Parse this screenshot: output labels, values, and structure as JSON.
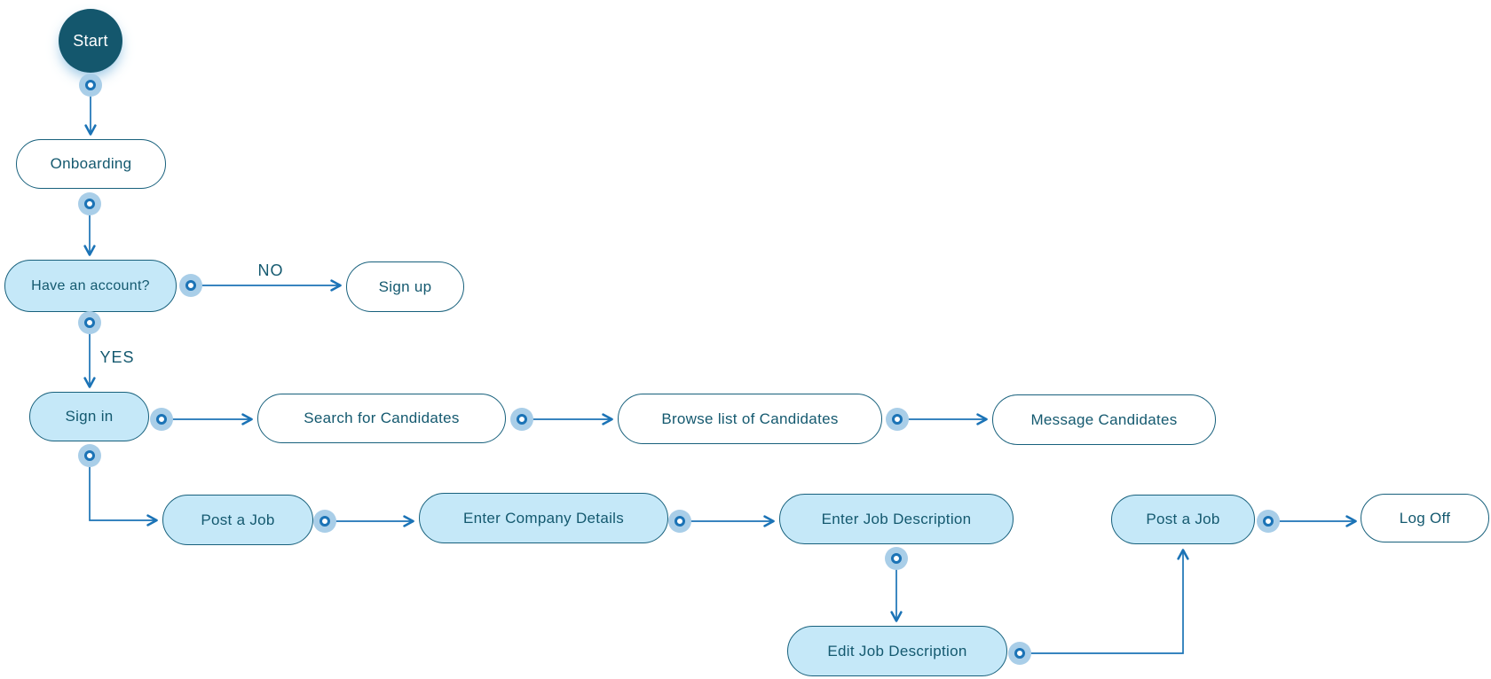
{
  "flowchart": {
    "description": "Recruiter app user flow diagram",
    "colors": {
      "node_border": "#17607C",
      "node_text": "#14596F",
      "start_fill": "#14576D",
      "start_text": "#FFFFFF",
      "light_fill": "#C5E8F8",
      "white_fill": "#FFFFFF",
      "connector_line": "#1B73B6",
      "connector_halo": "#A9CEE8"
    },
    "edge_labels": {
      "no": "NO",
      "yes": "YES"
    },
    "nodes": [
      {
        "id": "start",
        "label": "Start",
        "shape": "circle",
        "fill": "dark"
      },
      {
        "id": "onboarding",
        "label": "Onboarding",
        "shape": "pill",
        "fill": "white"
      },
      {
        "id": "have-account",
        "label": "Have an account?",
        "shape": "pill",
        "fill": "light"
      },
      {
        "id": "sign-up",
        "label": "Sign up",
        "shape": "pill",
        "fill": "white"
      },
      {
        "id": "sign-in",
        "label": "Sign in",
        "shape": "pill",
        "fill": "light"
      },
      {
        "id": "search-candidates",
        "label": "Search for Candidates",
        "shape": "pill",
        "fill": "white"
      },
      {
        "id": "browse-candidates",
        "label": "Browse list of Candidates",
        "shape": "pill",
        "fill": "white"
      },
      {
        "id": "message-candidates",
        "label": "Message Candidates",
        "shape": "pill",
        "fill": "white"
      },
      {
        "id": "post-job-1",
        "label": "Post a Job",
        "shape": "pill",
        "fill": "light"
      },
      {
        "id": "enter-company-details",
        "label": "Enter Company Details",
        "shape": "pill",
        "fill": "light"
      },
      {
        "id": "enter-job-description",
        "label": "Enter Job Description",
        "shape": "pill",
        "fill": "light"
      },
      {
        "id": "edit-job-description",
        "label": "Edit Job Description",
        "shape": "pill",
        "fill": "light"
      },
      {
        "id": "post-job-2",
        "label": "Post a Job",
        "shape": "pill",
        "fill": "light"
      },
      {
        "id": "log-off",
        "label": "Log Off",
        "shape": "pill",
        "fill": "white"
      }
    ],
    "edges": [
      {
        "from": "start",
        "to": "onboarding"
      },
      {
        "from": "onboarding",
        "to": "have-account"
      },
      {
        "from": "have-account",
        "to": "sign-up",
        "label": "NO"
      },
      {
        "from": "have-account",
        "to": "sign-in",
        "label": "YES"
      },
      {
        "from": "sign-in",
        "to": "search-candidates"
      },
      {
        "from": "search-candidates",
        "to": "browse-candidates"
      },
      {
        "from": "browse-candidates",
        "to": "message-candidates"
      },
      {
        "from": "sign-in",
        "to": "post-job-1"
      },
      {
        "from": "post-job-1",
        "to": "enter-company-details"
      },
      {
        "from": "enter-company-details",
        "to": "enter-job-description"
      },
      {
        "from": "enter-job-description",
        "to": "edit-job-description"
      },
      {
        "from": "edit-job-description",
        "to": "post-job-2"
      },
      {
        "from": "post-job-2",
        "to": "log-off"
      }
    ]
  }
}
